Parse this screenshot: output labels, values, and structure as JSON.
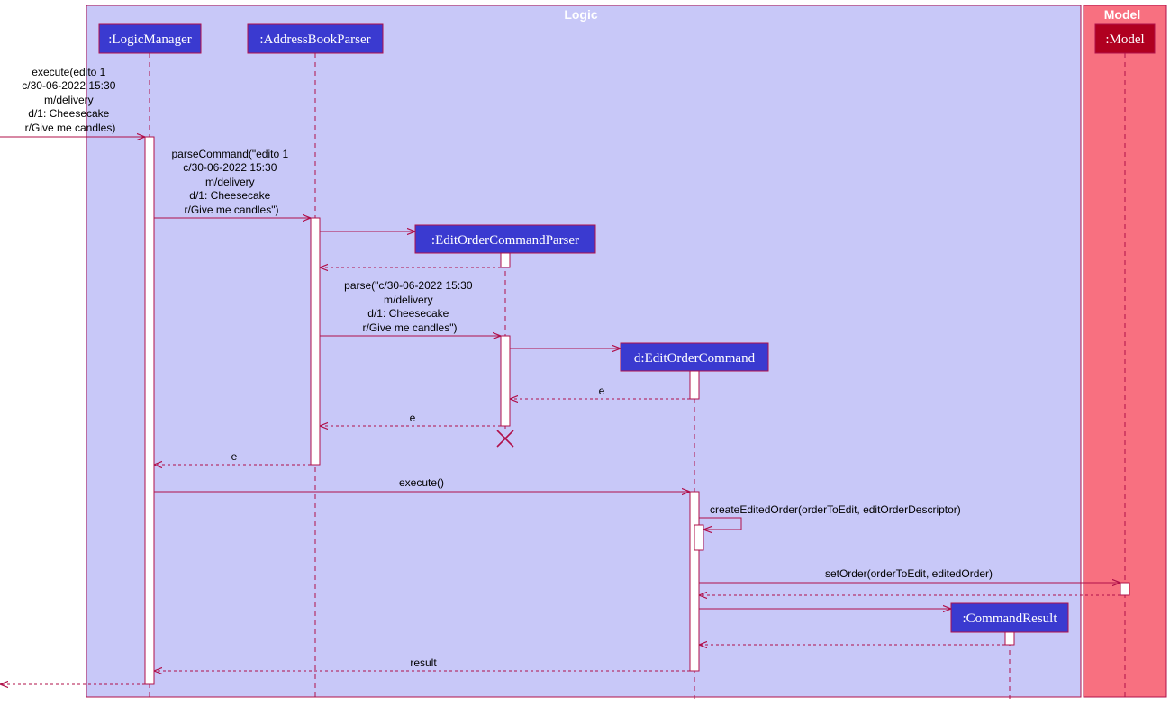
{
  "groups": {
    "logic": "Logic",
    "model": "Model"
  },
  "participants": {
    "logic_manager": ":LogicManager",
    "address_book_parser": ":AddressBookParser",
    "edit_order_command_parser": ":EditOrderCommandParser",
    "edit_order_command": "d:EditOrderCommand",
    "command_result": ":CommandResult",
    "model": ":Model"
  },
  "messages": {
    "execute_in": [
      "execute(edito 1",
      "c/30-06-2022 15:30",
      "m/delivery",
      "d/1: Cheesecake",
      "r/Give me candles)"
    ],
    "parse_command": [
      "parseCommand(\"edito 1",
      "c/30-06-2022 15:30",
      "m/delivery",
      "d/1: Cheesecake",
      "r/Give me candles\")"
    ],
    "parse": [
      "parse(\"c/30-06-2022 15:30",
      "m/delivery",
      "d/1: Cheesecake",
      "r/Give me candles\")"
    ],
    "return_e_1": "e",
    "return_e_2": "e",
    "return_e_3": "e",
    "execute": "execute()",
    "create_edited_order": "createEditedOrder(orderToEdit, editOrderDescriptor)",
    "set_order": "setOrder(orderToEdit, editedOrder)",
    "result": "result"
  },
  "colors": {
    "logic_fill": "#c8c8f8",
    "model_fill": "#f87080",
    "box_fill": "#3a3ad0",
    "model_box_fill": "#b00020",
    "line": "#b0104a",
    "activation_fill": "#ffffff"
  }
}
